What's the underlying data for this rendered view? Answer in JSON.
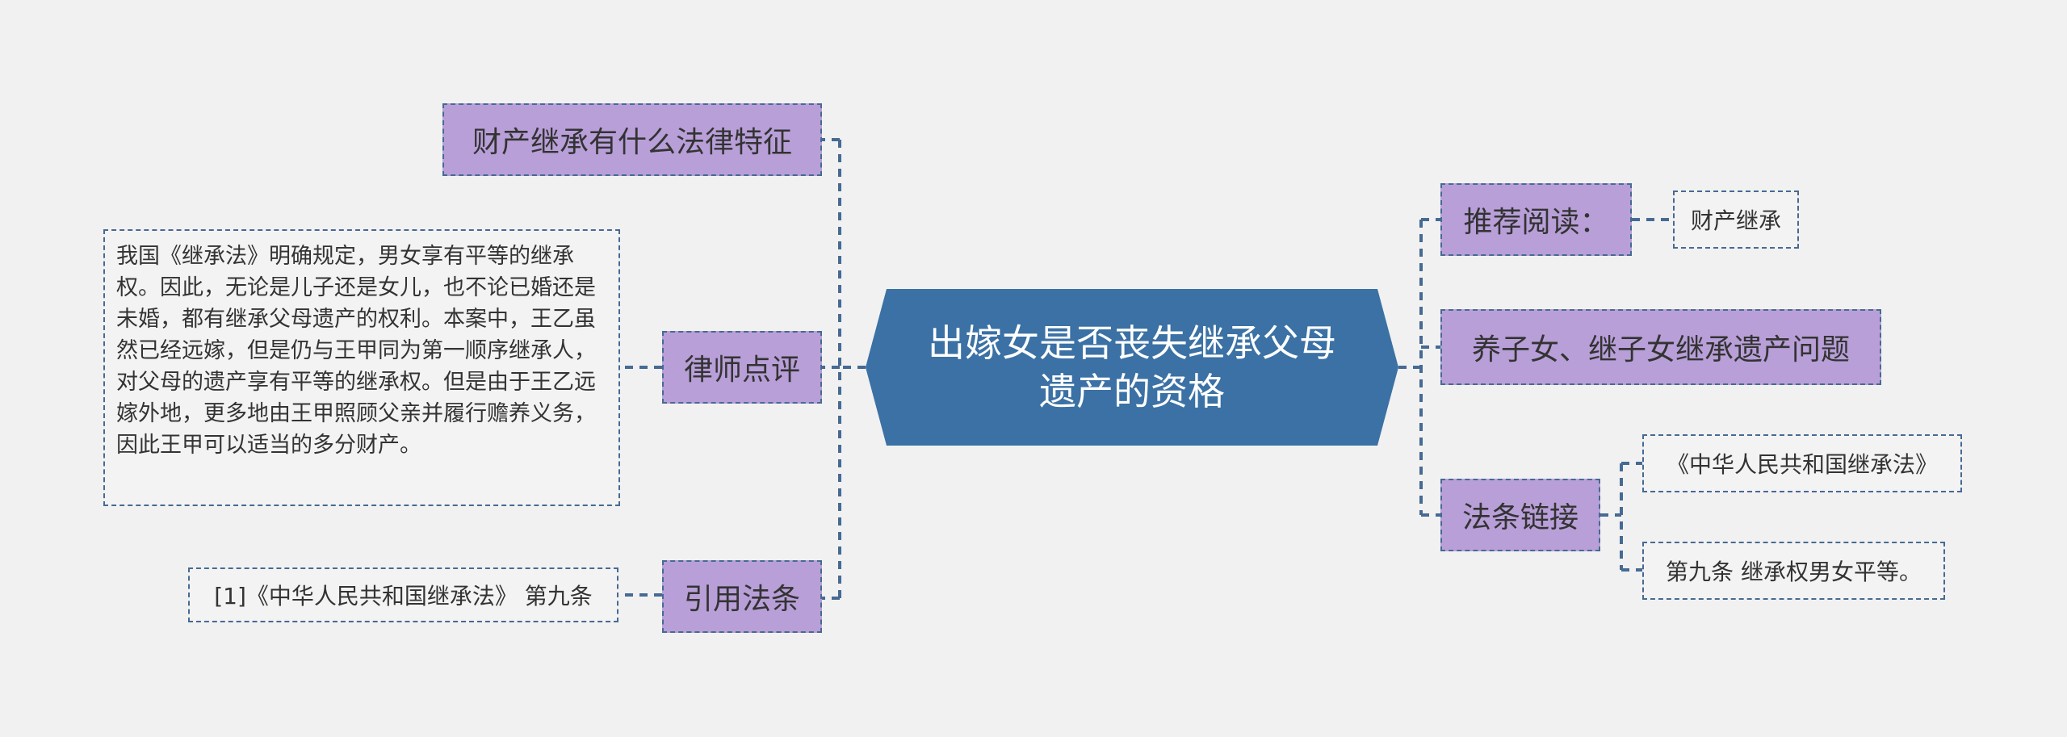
{
  "root": {
    "title": "出嫁女是否丧失继承父母遗产的资格"
  },
  "left": {
    "topic1": "财产继承有什么法律特征",
    "topic2": "律师点评",
    "topic2_note": "我国《继承法》明确规定，男女享有平等的继承权。因此，无论是儿子还是女儿，也不论已婚还是未婚，都有继承父母遗产的权利。本案中，王乙虽然已经远嫁，但是仍与王甲同为第一顺序继承人，对父母的遗产享有平等的继承权。但是由于王乙远嫁外地，更多地由王甲照顾父亲并履行赡养义务，因此王甲可以适当的多分财产。",
    "topic3": "引用法条",
    "topic3_leaf": "[1]《中华人民共和国继承法》 第九条"
  },
  "right": {
    "topic1": "推荐阅读：",
    "topic1_leaf": "财产继承",
    "topic2": "养子女、继子女继承遗产问题",
    "topic3": "法条链接",
    "topic3_leaf1": "《中华人民共和国继承法》",
    "topic3_leaf2": "第九条 继承权男女平等。"
  },
  "colors": {
    "background": "#f1f1f1",
    "root_fill": "#3b71a4",
    "topic_fill": "#b89fd8",
    "border": "#466a93",
    "leaf_fill": "#f3f3f3"
  }
}
